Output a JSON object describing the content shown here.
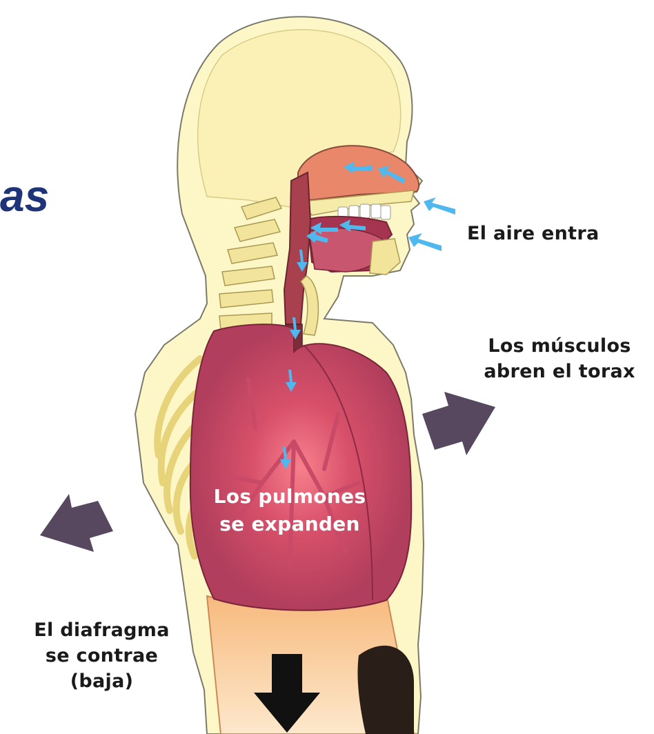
{
  "title_fragment": "as",
  "labels": {
    "air": "El aire entra",
    "muscles": [
      "Los músculos",
      "abren el torax"
    ],
    "lungs": [
      "Los pulmones",
      "se expanden"
    ],
    "diaphragm": [
      "El diafragma",
      "se contrae",
      "(baja)"
    ]
  },
  "colors": {
    "title": "#1f3478",
    "skin": "#fdf6c6",
    "skin_outline": "#7a7a6a",
    "bone": "#f2e49a",
    "lung": "#b8405e",
    "lung_glow": "#f26a7a",
    "nasal_cavity": "#e8876a",
    "tongue": "#c8566e",
    "trachea": "#a8404e",
    "diaphragm": "#f7c38c",
    "air_arrow": "#4fb8ee",
    "movement_arrow": "#57475f",
    "down_arrow": "#111111"
  },
  "icons": {
    "air_flow": "air-flow-arrow-icon",
    "chest_expand": "chest-expand-arrow-icon",
    "back_expand": "back-expand-arrow-icon",
    "diaphragm_down": "diaphragm-down-arrow-icon"
  }
}
